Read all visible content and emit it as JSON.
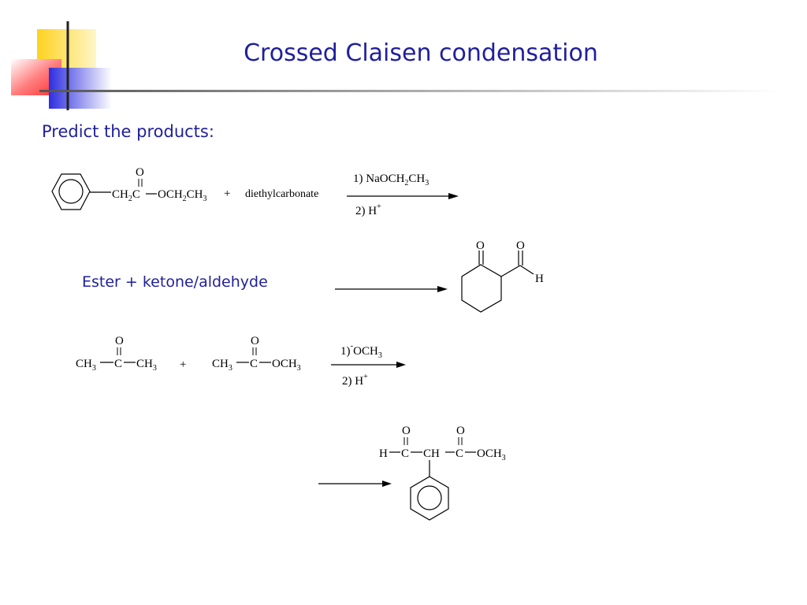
{
  "slide": {
    "title": "Crossed Claisen condensation",
    "subtitle": "Predict the products:"
  },
  "reaction1": {
    "ester_formula_sub": [
      "CH",
      "2",
      "C",
      "OCH",
      "2",
      "CH",
      "3"
    ],
    "carbonyl_o": "O",
    "plus": "+",
    "reagent": "diethylcarbonate",
    "condition1": "1) NaOCH",
    "condition1_sub1": "2",
    "condition1_mid": "CH",
    "condition1_sub2": "3",
    "condition2": "2) H",
    "condition2_sup": "+"
  },
  "reaction2": {
    "label": "Ester +  ketone/aldehyde",
    "product_o1": "O",
    "product_o2": "O",
    "product_h": "H"
  },
  "reaction3": {
    "ketone": {
      "o": "O",
      "left": "CH",
      "left_sub": "3",
      "center": "C",
      "right": "CH",
      "right_sub": "3"
    },
    "plus": "+",
    "ester": {
      "o": "O",
      "left": "CH",
      "left_sub": "3",
      "center": "C",
      "right": "OCH",
      "right_sub": "3"
    },
    "condition1": "1)",
    "condition1_charge": "-",
    "condition1_tail": "OCH",
    "condition1_sub": "3",
    "condition2": "2)  H",
    "condition2_sup": "+"
  },
  "reaction4": {
    "h": "H",
    "c1": "C",
    "ch": "CH",
    "c2": "C",
    "och": "OCH",
    "och_sub": "3",
    "o1": "O",
    "o2": "O"
  },
  "colors": {
    "title": "#1f1f9c",
    "deco_yellow": "#ffd21f",
    "deco_red": "#ff3b3b",
    "deco_blue": "#2e2ee0"
  }
}
